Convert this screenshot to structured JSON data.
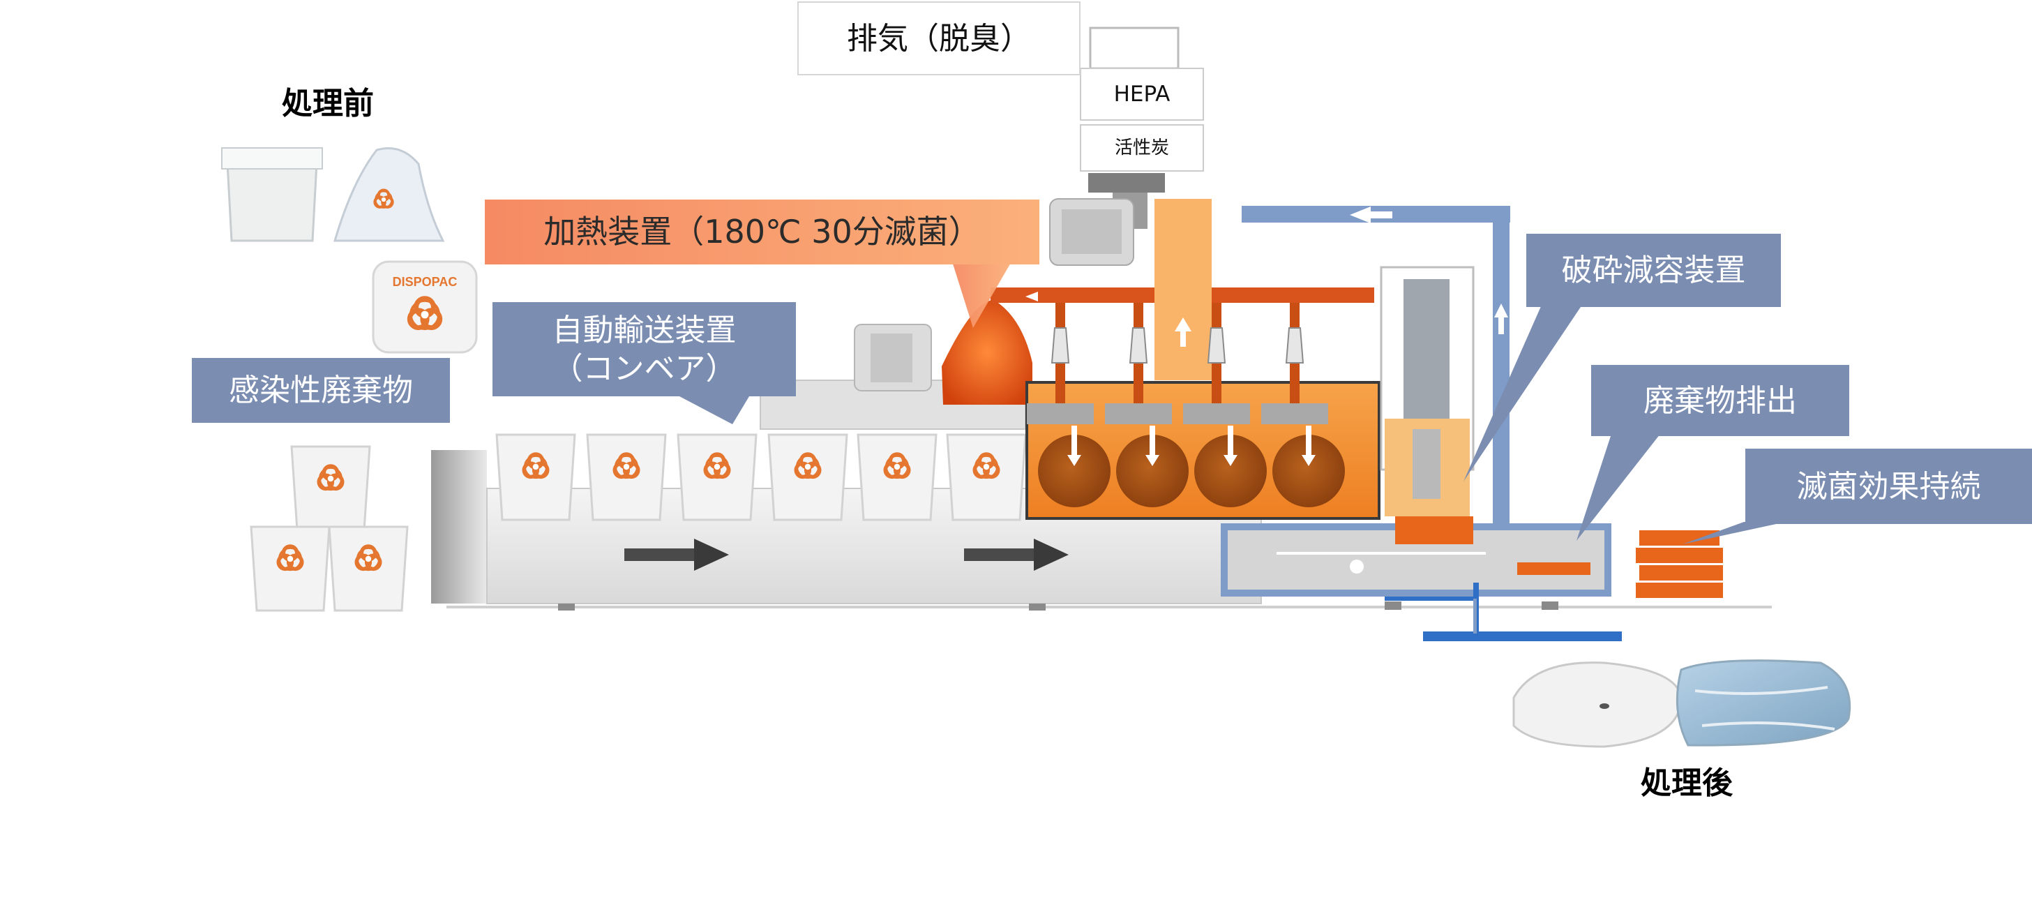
{
  "labels": {
    "exhaust": "排気（脱臭）",
    "hepa": "HEPA",
    "carbon": "活性炭",
    "before": "処理前",
    "after": "処理後",
    "heater": "加熱装置（180℃ 30分滅菌）",
    "conveyor": "自動輸送装置\n（コンベア）",
    "waste": "感染性廃棄物",
    "crusher": "破砕減容装置",
    "discharge": "廃棄物排出",
    "sustained": "滅菌効果持続",
    "dispopac": "DISPOPAC"
  },
  "colors": {
    "callout": "#7b8db1",
    "heater_label_left": "#f58a63",
    "heater_label_right": "#fbb07a",
    "chamber": "#f08a2a",
    "chamber_frame": "#c94e14",
    "duct_blue": "#7f9cc8",
    "pipe_blue": "#2f6fc5",
    "conveyor_gray": "#e3e3e3",
    "biohazard": "#e5762f"
  }
}
